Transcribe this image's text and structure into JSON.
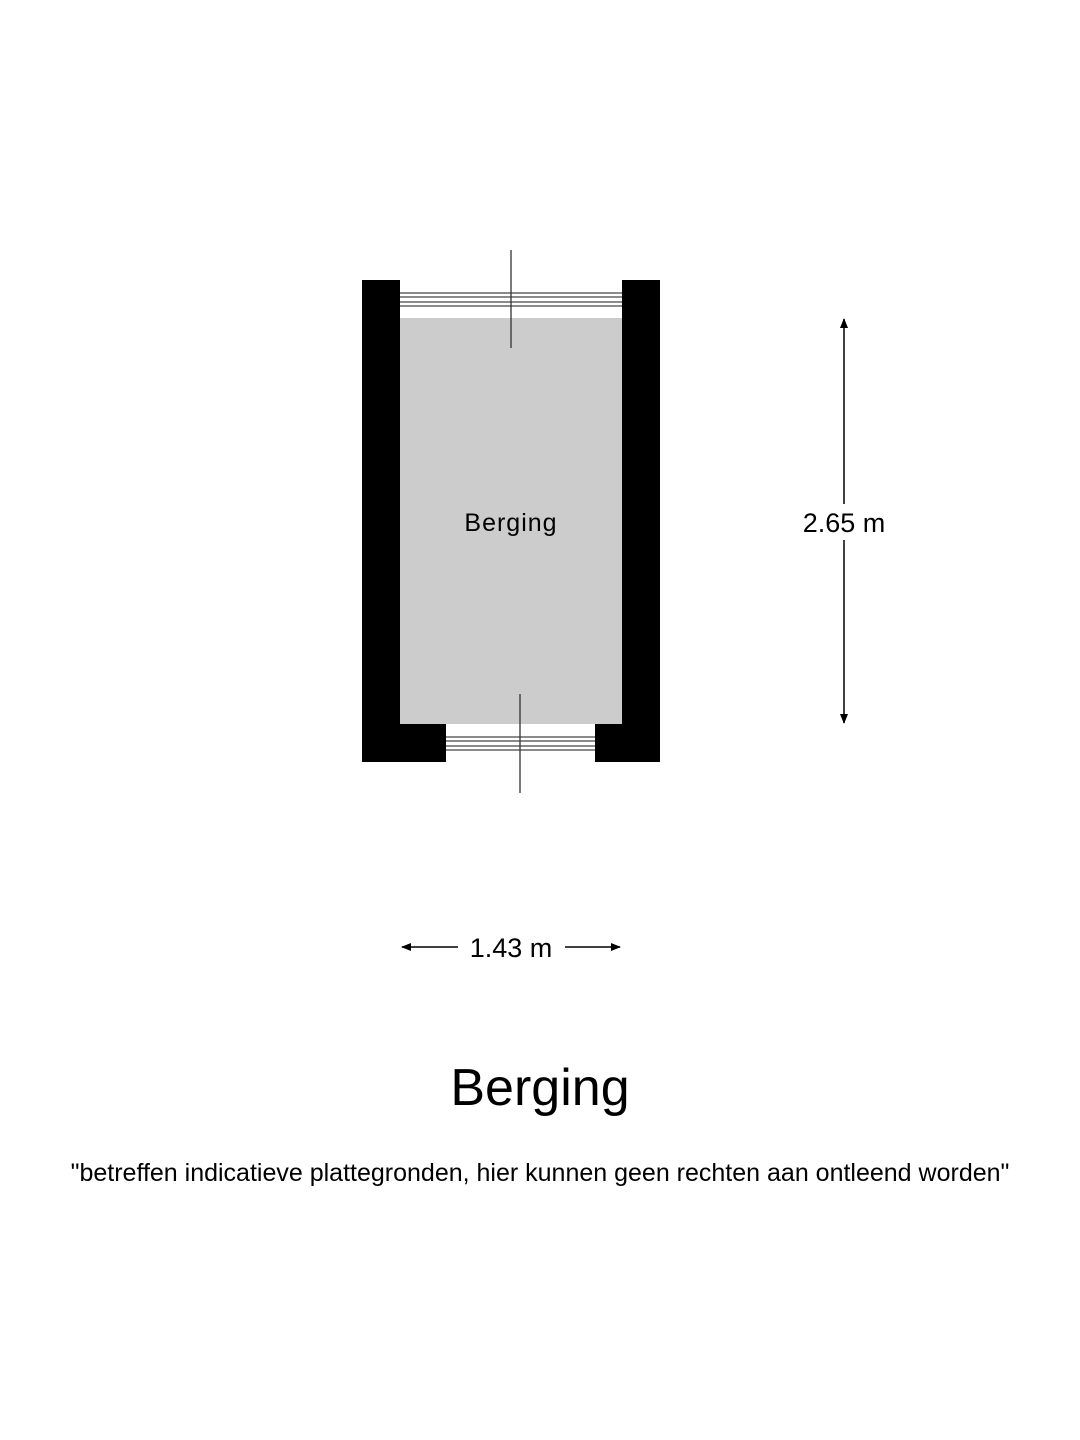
{
  "plan": {
    "room_label": "Berging",
    "height_dimension": "2.65 m",
    "width_dimension": "1.43 m",
    "floor_color": "#cccccc",
    "wall_color": "#000000"
  },
  "title": "Berging",
  "disclaimer": "\"betreffen indicatieve plattegronden, hier kunnen geen rechten aan ontleend worden\""
}
